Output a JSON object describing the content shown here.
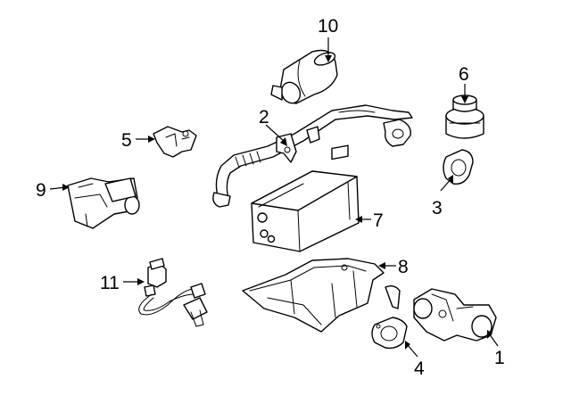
{
  "background": "#ffffff",
  "line_color": "#000000",
  "callouts": [
    {
      "id": "1",
      "label": "1",
      "part": "egr-valve"
    },
    {
      "id": "2",
      "label": "2",
      "part": "egr-tube"
    },
    {
      "id": "3",
      "label": "3",
      "part": "egr-valve-gasket"
    },
    {
      "id": "4",
      "label": "4",
      "part": "egr-tube-gasket"
    },
    {
      "id": "5",
      "label": "5",
      "part": "vacuum-switching-valve"
    },
    {
      "id": "6",
      "label": "6",
      "part": "egr-modulator"
    },
    {
      "id": "7",
      "label": "7",
      "part": "charcoal-canister"
    },
    {
      "id": "8",
      "label": "8",
      "part": "canister-bracket"
    },
    {
      "id": "9",
      "label": "9",
      "part": "purge-solenoid"
    },
    {
      "id": "10",
      "label": "10",
      "part": "vapor-filter"
    },
    {
      "id": "11",
      "label": "11",
      "part": "oxygen-sensor"
    }
  ]
}
